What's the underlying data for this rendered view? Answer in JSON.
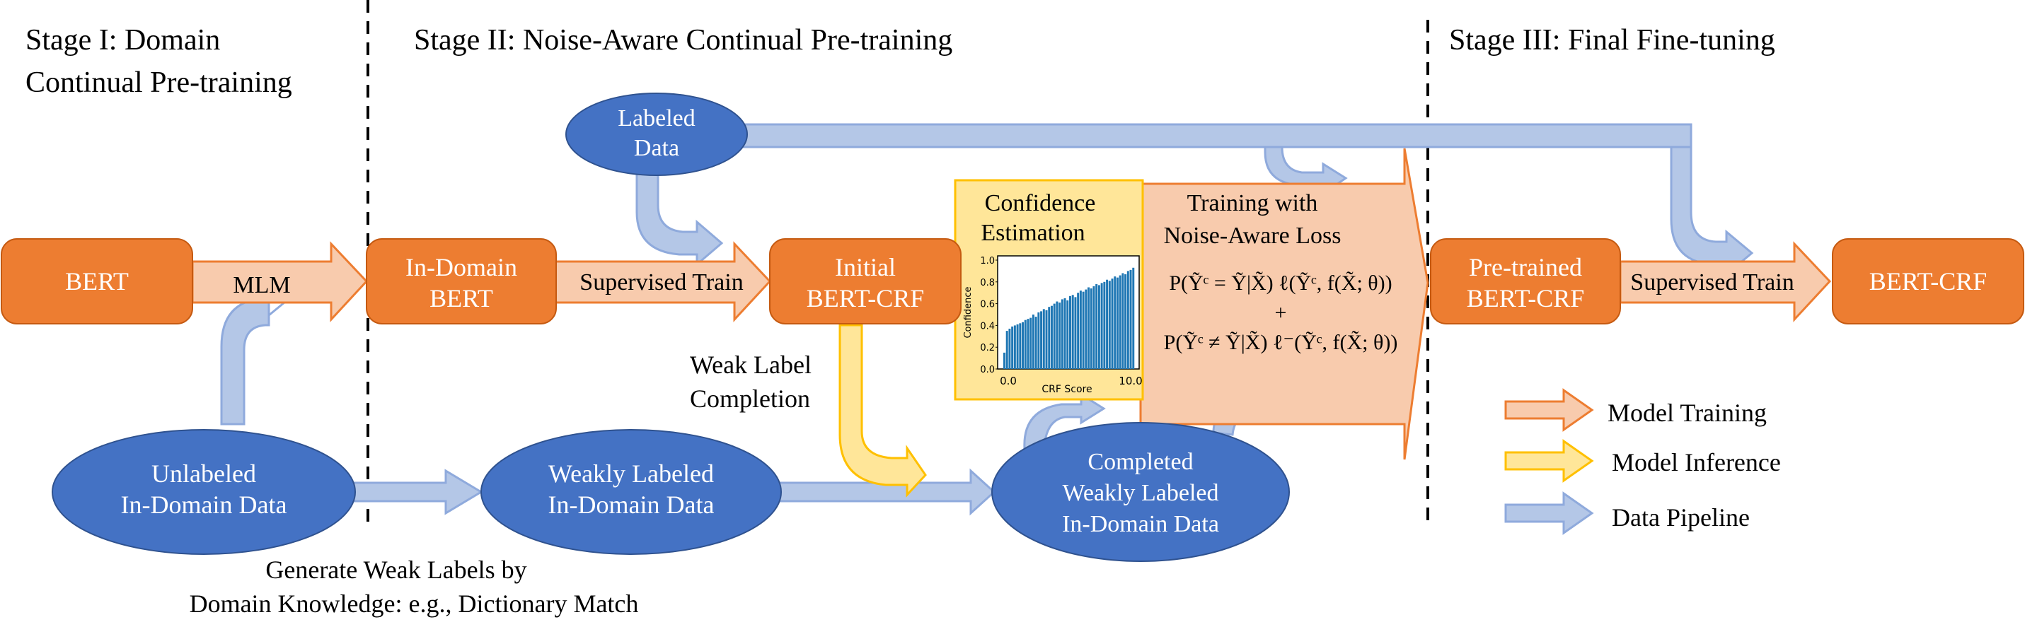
{
  "colors": {
    "orange": "#ed7d31",
    "training_arrow": "#f8cbad",
    "training_stroke": "#ed7d31",
    "inference_arrow": "#ffe699",
    "inference_stroke": "#ffc000",
    "data_arrow": "#b4c7e7",
    "data_stroke": "#8faadc",
    "blue_node": "#4472c4",
    "bar_color": "#1f77b4",
    "confidence_box": "#ffe699"
  },
  "stages": {
    "stage1_line1": "Stage I: Domain",
    "stage1_line2": "Continual Pre-training",
    "stage2": "Stage II: Noise-Aware Continual Pre-training",
    "stage3": "Stage III: Final Fine-tuning"
  },
  "nodes": {
    "bert": "BERT",
    "in_domain_bert_1": "In-Domain",
    "in_domain_bert_2": "BERT",
    "initial_crf_1": "Initial",
    "initial_crf_2": "BERT-CRF",
    "pretrained_crf_1": "Pre-trained",
    "pretrained_crf_2": "BERT-CRF",
    "final_crf": "BERT-CRF",
    "labeled_1": "Labeled",
    "labeled_2": "Data",
    "unlabeled_1": "Unlabeled",
    "unlabeled_2": "In-Domain Data",
    "weakly_1": "Weakly Labeled",
    "weakly_2": "In-Domain Data",
    "completed_1": "Completed",
    "completed_2": "Weakly Labeled",
    "completed_3": "In-Domain Data"
  },
  "labels": {
    "mlm": "MLM",
    "supervised_train_1": "Supervised Train",
    "supervised_train_2": "Supervised Train",
    "weak_label_1": "Weak Label",
    "weak_label_2": "Completion",
    "generate_1": "Generate Weak Labels by",
    "generate_2": "Domain Knowledge: e.g., Dictionary Match",
    "confidence_1": "Confidence",
    "confidence_2": "Estimation",
    "training_1": "Training with",
    "training_2": "Noise-Aware Loss",
    "loss_line1": "P(Ỹᶜ = Ỹ|X̃) ℓ(Ỹᶜ, f(X̃; θ))",
    "loss_plus": "+",
    "loss_line2": "P(Ỹᶜ ≠ Ỹ|X̃) ℓ⁻(Ỹᶜ, f(X̃; θ))"
  },
  "legend": {
    "training": "Model Training",
    "inference": "Model Inference",
    "pipeline": "Data Pipeline"
  },
  "chart_data": {
    "type": "bar",
    "xlabel": "CRF Score",
    "ylabel": "Confidence",
    "xlim": [
      0.0,
      10.0
    ],
    "ylim": [
      0.0,
      1.0
    ],
    "xticks": [
      "0.0",
      "10.0"
    ],
    "yticks": [
      "0.0",
      "0.2",
      "0.4",
      "0.6",
      "0.8",
      "1.0"
    ],
    "values": [
      0.15,
      0.35,
      0.37,
      0.39,
      0.4,
      0.41,
      0.42,
      0.43,
      0.45,
      0.46,
      0.47,
      0.5,
      0.48,
      0.52,
      0.53,
      0.55,
      0.54,
      0.57,
      0.58,
      0.6,
      0.62,
      0.61,
      0.64,
      0.65,
      0.63,
      0.67,
      0.68,
      0.66,
      0.7,
      0.72,
      0.71,
      0.73,
      0.75,
      0.74,
      0.76,
      0.78,
      0.77,
      0.79,
      0.8,
      0.82,
      0.81,
      0.83,
      0.85,
      0.84,
      0.86,
      0.88,
      0.87,
      0.9,
      0.91,
      0.93
    ]
  }
}
